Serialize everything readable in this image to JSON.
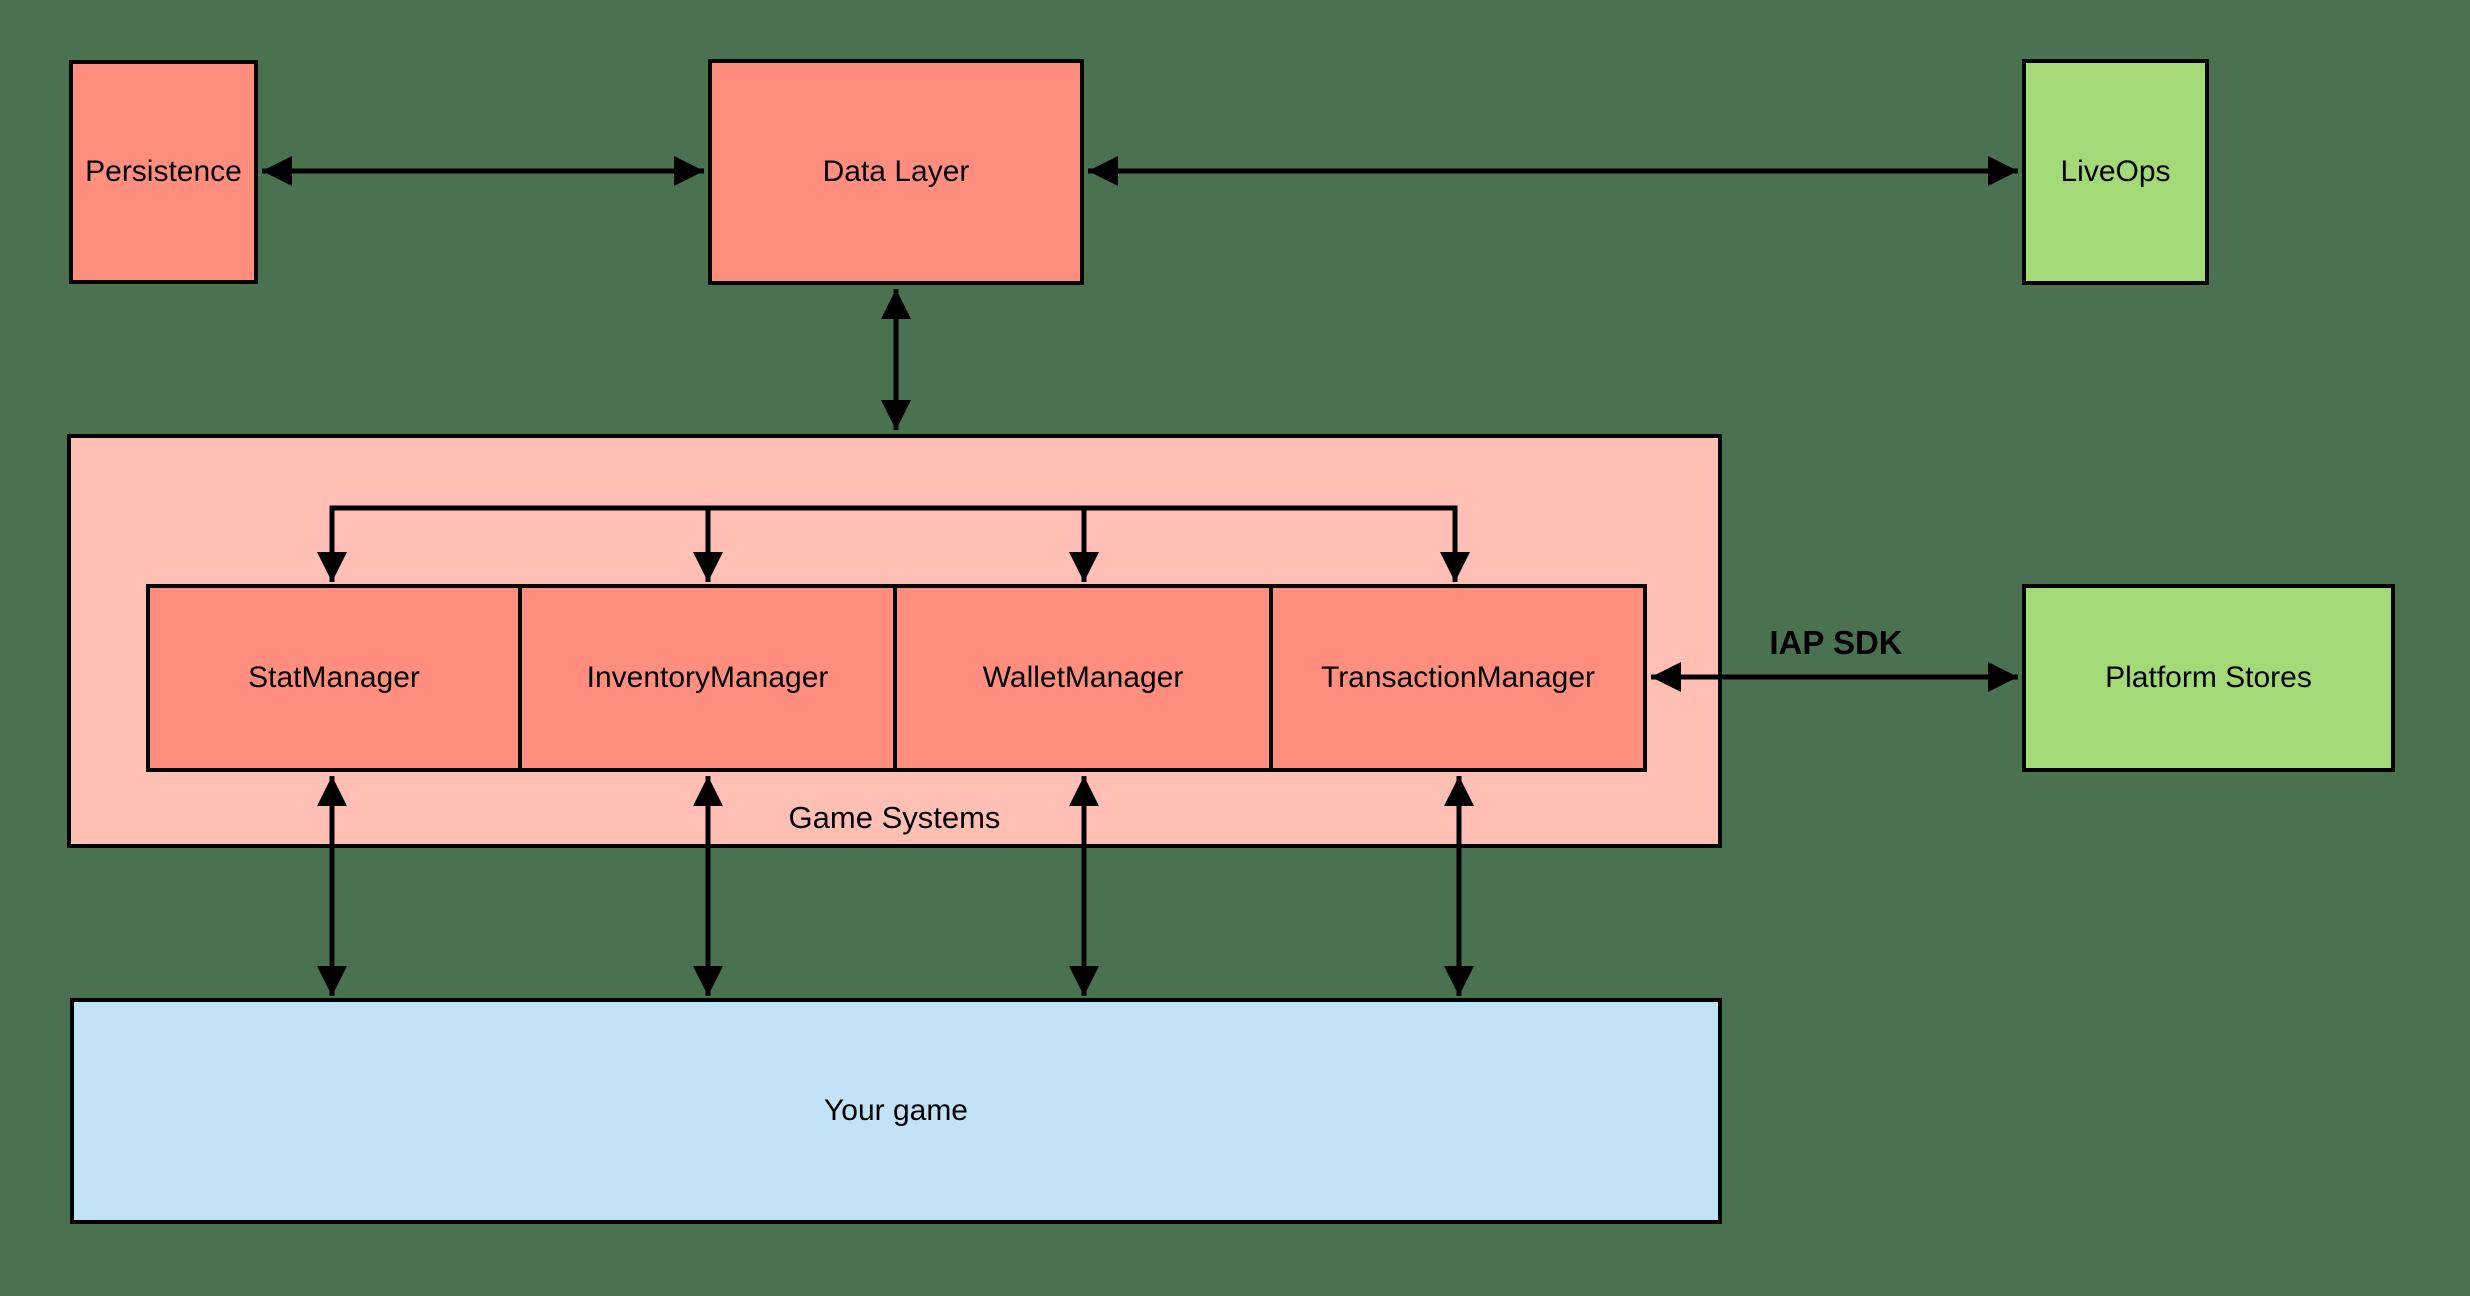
{
  "diagram": {
    "nodes": {
      "persistence": {
        "label": "Persistence"
      },
      "data_layer": {
        "label": "Data Layer"
      },
      "liveops": {
        "label": "LiveOps"
      },
      "game_systems": {
        "label": "Game Systems"
      },
      "managers": [
        {
          "label": "StatManager"
        },
        {
          "label": "InventoryManager"
        },
        {
          "label": "WalletManager"
        },
        {
          "label": "TransactionManager"
        }
      ],
      "platform_stores": {
        "label": "Platform Stores"
      },
      "your_game": {
        "label": "Your game"
      }
    },
    "edge_labels": {
      "iap_sdk": "IAP SDK"
    },
    "colors": {
      "background": "#4A7250",
      "node_salmon": "#FF8E7E",
      "container_pink": "#FFBFB5",
      "node_green": "#A4D977",
      "node_blue": "#C2E2F5",
      "line": "#000000"
    }
  }
}
